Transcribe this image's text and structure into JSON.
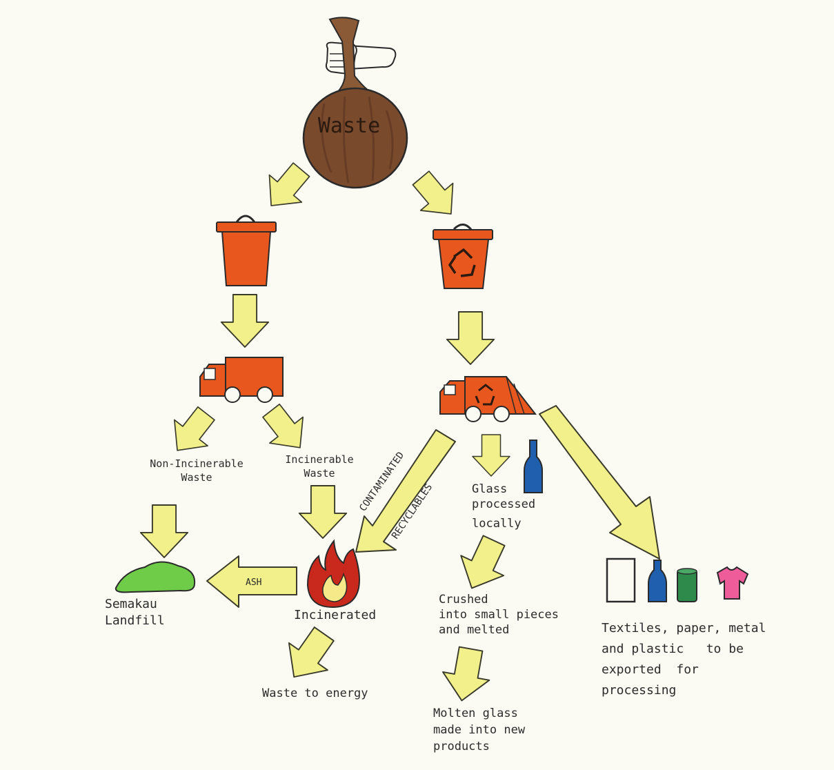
{
  "colors": {
    "arrow_fill": "#f1f08a",
    "arrow_stroke": "#3a3a2a",
    "bin_orange": "#e8571e",
    "bag_brown": "#7a4a2c",
    "landfill_green": "#6fcc48",
    "fire_red": "#c9281c",
    "bottle_blue": "#1f5fae",
    "can_green": "#2e8a4a",
    "shirt_pink": "#ee5c9a"
  },
  "icons": [
    "hand-icon",
    "waste-bag-icon",
    "trash-bin-icon",
    "recycle-bin-icon",
    "garbage-truck-icon",
    "recycling-truck-icon",
    "glass-bottle-icon",
    "landfill-icon",
    "fire-icon",
    "paper-icon",
    "plastic-bottle-icon",
    "metal-can-icon",
    "shirt-icon"
  ],
  "labels": {
    "bag": "Waste",
    "non_incinerable": [
      "Non-Incinerable",
      "Waste"
    ],
    "incinerable": [
      "Incinerable",
      "Waste"
    ],
    "contaminated": "CONTAMINATED",
    "recyclables": "RECYCLABLES",
    "glass": [
      "Glass",
      "processed",
      "locally"
    ],
    "landfill": [
      "Semakau",
      "Landfill"
    ],
    "ash": "ASH",
    "incinerated": "Incinerated",
    "crushed": [
      "Crushed",
      "into small pieces",
      "and melted"
    ],
    "exported": [
      "Textiles, paper, metal",
      "and plastic   to be",
      "exported  for",
      "processing"
    ],
    "energy": "Waste to energy",
    "molten": [
      "Molten glass",
      "made into new",
      "products"
    ]
  }
}
